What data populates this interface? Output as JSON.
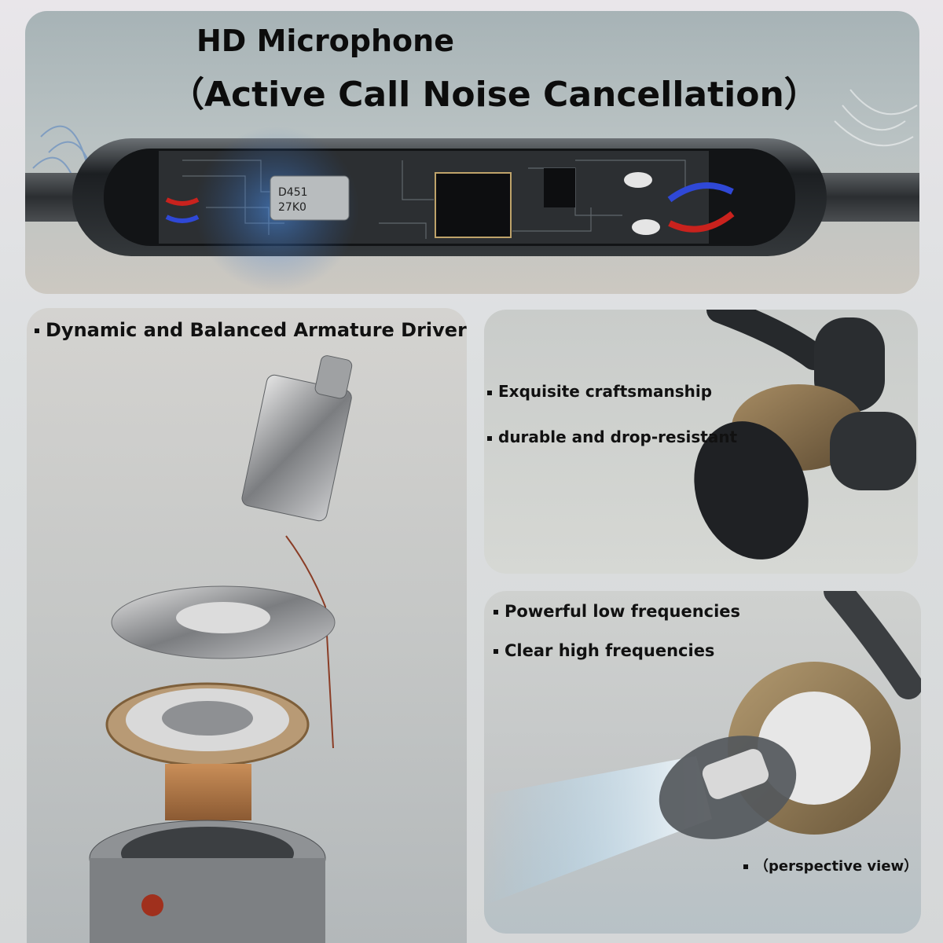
{
  "microphone": {
    "title": "HD Microphone",
    "subtitle": "（Active Call Noise Cancellation）",
    "chip_label_1": "D451",
    "chip_label_2": "27K0"
  },
  "driver": {
    "title": "Dynamic and Balanced Armature Driver"
  },
  "craftsmanship": {
    "line1": "Exquisite craftsmanship",
    "line2": "durable and drop-resistant"
  },
  "frequencies": {
    "line1": "Powerful low frequencies",
    "line2": "Clear high frequencies",
    "note": "（perspective view）"
  },
  "colors": {
    "metal_gold": "#8a7350",
    "dark_housing": "#1e2124",
    "accent_blue": "#3d7fd6"
  }
}
